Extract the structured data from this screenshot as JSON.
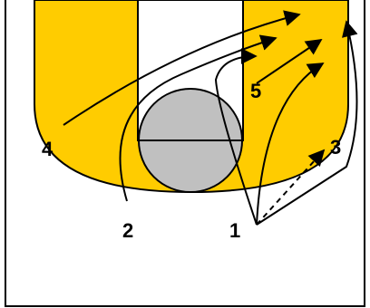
{
  "players": [
    {
      "id": "p1",
      "label": "1"
    },
    {
      "id": "p2",
      "label": "2"
    },
    {
      "id": "p3",
      "label": "3"
    },
    {
      "id": "p4",
      "label": "4"
    },
    {
      "id": "p5",
      "label": "5"
    }
  ],
  "colors": {
    "paint": "#FFCC00",
    "circle": "#C0C0C0",
    "lines": "#000000",
    "background": "#FFFFFF"
  }
}
